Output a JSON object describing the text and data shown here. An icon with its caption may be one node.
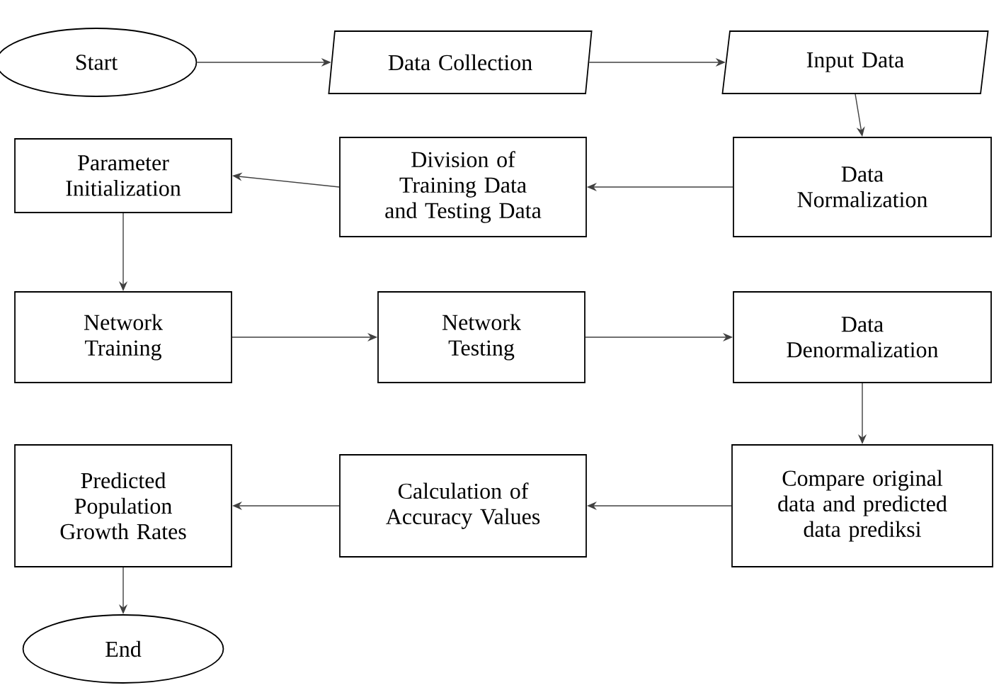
{
  "diagram": {
    "nodes": [
      {
        "text": [
          "Start"
        ]
      },
      {
        "text": [
          "Data Collection"
        ]
      },
      {
        "text": [
          "Input Data"
        ]
      },
      {
        "text": [
          "Data Normalization"
        ]
      },
      {
        "text": [
          "Division of Training Data and Testing Data"
        ]
      },
      {
        "text": [
          "Parameter Initialization"
        ]
      },
      {
        "text": [
          "Network Training"
        ]
      },
      {
        "text": [
          "Network Testing"
        ]
      },
      {
        "text": [
          "Data Denormalization"
        ]
      },
      {
        "text": [
          "Compare original data and predicted data prediksi"
        ]
      },
      {
        "text": [
          "Calculation of Accuracy Values"
        ]
      },
      {
        "text": [
          "Predicted Population Growth Rates"
        ]
      },
      {
        "text": [
          "End"
        ]
      }
    ],
    "edges": [
      {
        "from": 0,
        "to": 1,
        "arrow": "to"
      },
      {
        "from": 1,
        "to": 2,
        "arrow": "to"
      },
      {
        "from": 2,
        "to": 3,
        "arrow": "to"
      },
      {
        "from": 3,
        "to": 4,
        "arrow": "to"
      },
      {
        "from": 4,
        "to": 5,
        "arrow": "to"
      },
      {
        "from": 5,
        "to": 6,
        "arrow": "to"
      },
      {
        "from": 6,
        "to": 7,
        "arrow": "to"
      },
      {
        "from": 7,
        "to": 8,
        "arrow": "to"
      },
      {
        "from": 8,
        "to": 9,
        "arrow": "to"
      },
      {
        "from": 9,
        "to": 10,
        "arrow": "to"
      },
      {
        "from": 10,
        "to": 11,
        "arrow": "to"
      },
      {
        "from": 11,
        "to": 12,
        "arrow": "to"
      }
    ]
  }
}
